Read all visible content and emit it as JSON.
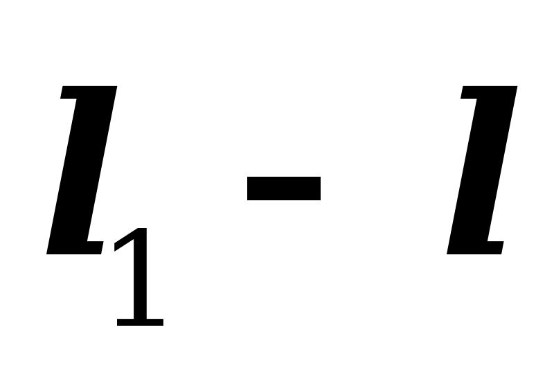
{
  "expression": {
    "first_variable": "l",
    "subscript": "1",
    "operator": "-",
    "second_variable": "l"
  }
}
